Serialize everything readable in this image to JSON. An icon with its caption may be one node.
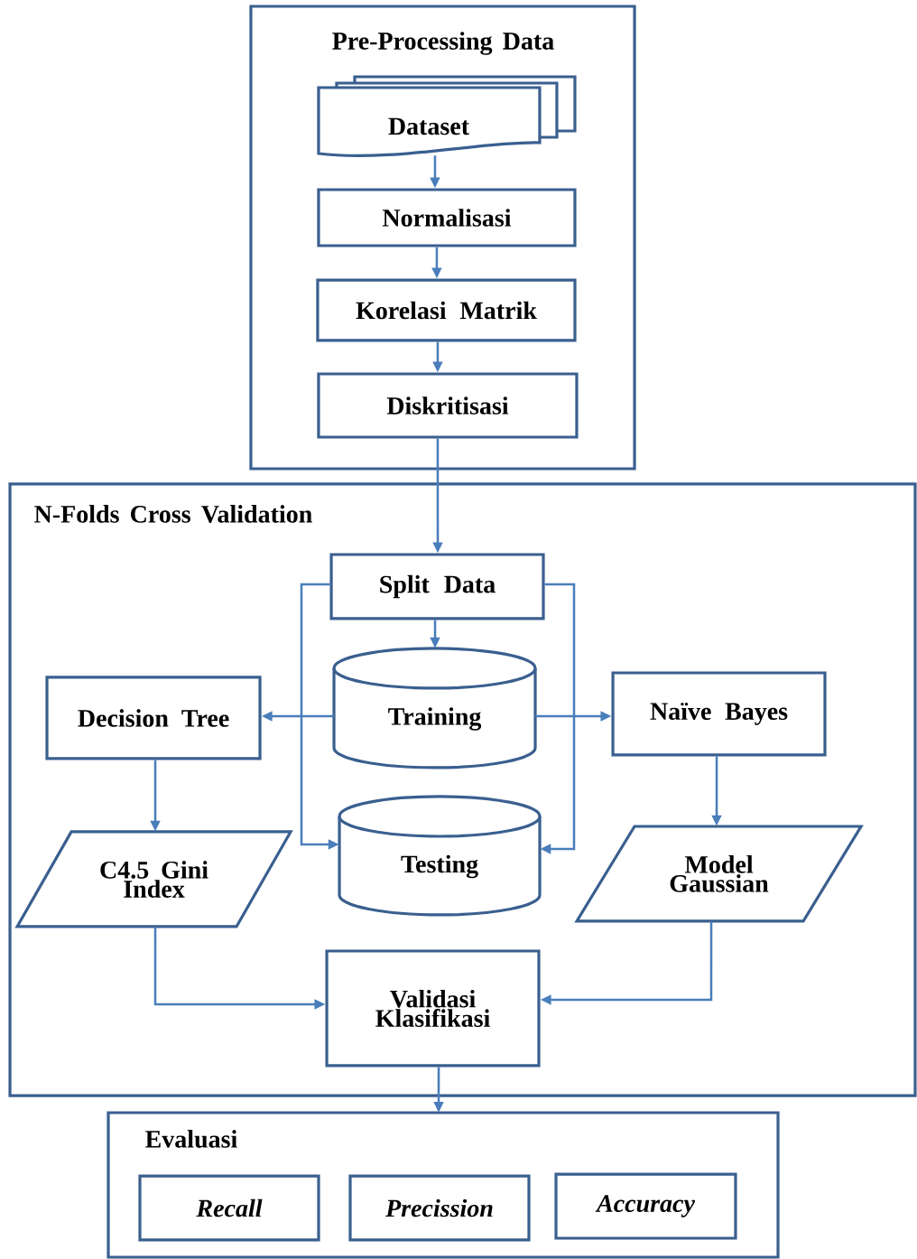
{
  "diagram": {
    "nodes": [
      {
        "text": [
          "Pre-Processing Data"
        ]
      },
      {
        "text": [
          "Dataset"
        ],
        "in": 0
      },
      {
        "text": [
          "Normalisasi"
        ],
        "in": 0
      },
      {
        "text": [
          "Korelasi Matrik"
        ],
        "in": 0
      },
      {
        "text": [
          "Diskritisasi"
        ],
        "in": 0
      },
      {
        "text": [
          "N-Folds Cross Validation"
        ]
      },
      {
        "text": [
          "Split Data"
        ],
        "in": 5
      },
      {
        "text": [
          "Training"
        ],
        "in": 5
      },
      {
        "text": [
          "Decision Tree"
        ],
        "in": 5
      },
      {
        "text": [
          "Naïve Bayes"
        ],
        "in": 5
      },
      {
        "text": [
          "C4.5 Gini Index"
        ],
        "in": 5
      },
      {
        "text": [
          "Testing"
        ],
        "in": 5
      },
      {
        "text": [
          "Model Gaussian"
        ],
        "in": 5
      },
      {
        "text": [
          "Validasi Klasifikasi"
        ],
        "in": 5
      },
      {
        "text": [
          "Evaluasi"
        ]
      },
      {
        "text": [
          "Recall"
        ],
        "in": 14
      },
      {
        "text": [
          "Precission"
        ],
        "in": 14
      },
      {
        "text": [
          "Accuracy"
        ],
        "in": 14
      }
    ],
    "edges": [
      {
        "from": 1,
        "to": 2,
        "arrow": "to"
      },
      {
        "from": 2,
        "to": 3,
        "arrow": "to"
      },
      {
        "from": 3,
        "to": 4,
        "arrow": "to"
      },
      {
        "from": 4,
        "to": 6,
        "arrow": "to"
      },
      {
        "from": 6,
        "to": 7,
        "arrow": "to"
      },
      {
        "from": 6,
        "to": 11,
        "arrow": "to"
      },
      {
        "from": 6,
        "to": 11,
        "arrow": "to"
      },
      {
        "from": 7,
        "to": 8,
        "arrow": "to"
      },
      {
        "from": 7,
        "to": 9,
        "arrow": "to"
      },
      {
        "from": 8,
        "to": 10,
        "arrow": "to"
      },
      {
        "from": 9,
        "to": 12,
        "arrow": "to"
      },
      {
        "from": 10,
        "to": 13,
        "arrow": "to"
      },
      {
        "from": 12,
        "to": 13,
        "arrow": "to"
      },
      {
        "from": 13,
        "to": 14,
        "arrow": "to"
      }
    ]
  }
}
